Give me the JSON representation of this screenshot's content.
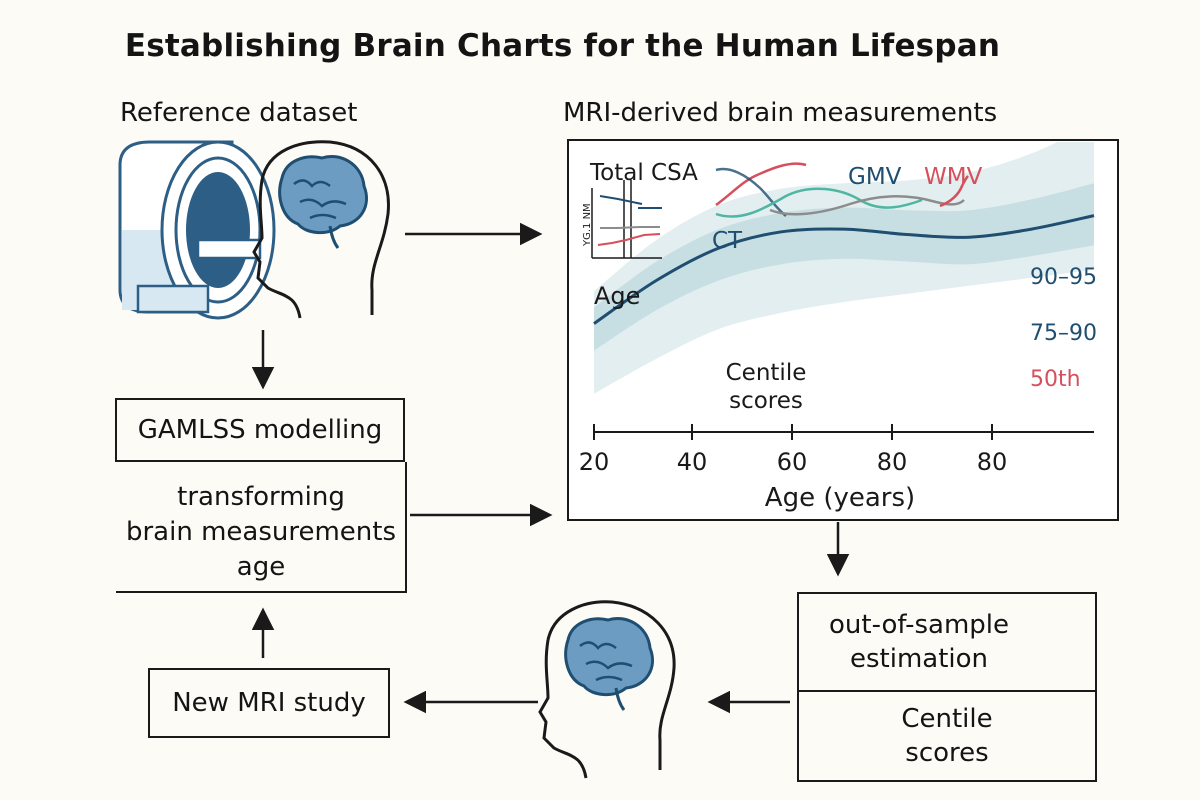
{
  "title": "Establishing Brain Charts for the Human Lifespan",
  "reference_label": "Reference dataset",
  "mri_label": "MRI-derived brain measurements",
  "gamlss": "GAMLSS modelling",
  "transform_lines": [
    "transforming",
    "brain measurements",
    "age"
  ],
  "new_mri": "New MRI study",
  "oos_lines": [
    "out-of-sample",
    "estimation"
  ],
  "centile_box_lines": [
    "Centile",
    "scores"
  ],
  "colors": {
    "navy": "#1f4e70",
    "band_outer": "#e2eef0",
    "band_inner": "#c7dfe3",
    "teal": "#4fb6a3",
    "red": "#d5505c",
    "gray": "#8c8c8c",
    "brain_fill": "#6c9cc2",
    "scanner_blue": "#2d5e86",
    "scanner_light": "#d8e8f2"
  },
  "chart_data": {
    "type": "line",
    "xlabel": "Age (years)",
    "x_ticks": [
      "20",
      "40",
      "60",
      "80",
      "80"
    ],
    "inner_labels": {
      "total_csa": "Total CSA",
      "gmv": "GMV",
      "wmv": "WMV",
      "ct": "CT",
      "age": "Age",
      "centile_lines": [
        "Centile",
        "scores"
      ],
      "mini_axis": "YG.1 NM"
    },
    "band_labels": [
      {
        "text": "90–95",
        "color": "#1f4e70"
      },
      {
        "text": "75–90",
        "color": "#1f4e70"
      },
      {
        "text": "50th",
        "color": "#d5505c"
      }
    ],
    "series": [
      {
        "name": "50th",
        "x": [
          20,
          30,
          40,
          50,
          60,
          70,
          80,
          90,
          100
        ],
        "y": [
          0.32,
          0.48,
          0.6,
          0.66,
          0.67,
          0.65,
          0.64,
          0.67,
          0.72
        ]
      }
    ],
    "band_upper": [
      0.44,
      0.63,
      0.76,
      0.82,
      0.84,
      0.85,
      0.88,
      0.95,
      1.06
    ],
    "band_lower": [
      0.06,
      0.19,
      0.3,
      0.36,
      0.4,
      0.43,
      0.46,
      0.49,
      0.52
    ],
    "inner_upper": [
      0.38,
      0.55,
      0.67,
      0.73,
      0.75,
      0.74,
      0.74,
      0.78,
      0.84
    ],
    "inner_lower": [
      0.22,
      0.37,
      0.48,
      0.54,
      0.56,
      0.55,
      0.54,
      0.57,
      0.61
    ],
    "xlim": [
      20,
      100
    ],
    "ylim": [
      0,
      1
    ]
  }
}
